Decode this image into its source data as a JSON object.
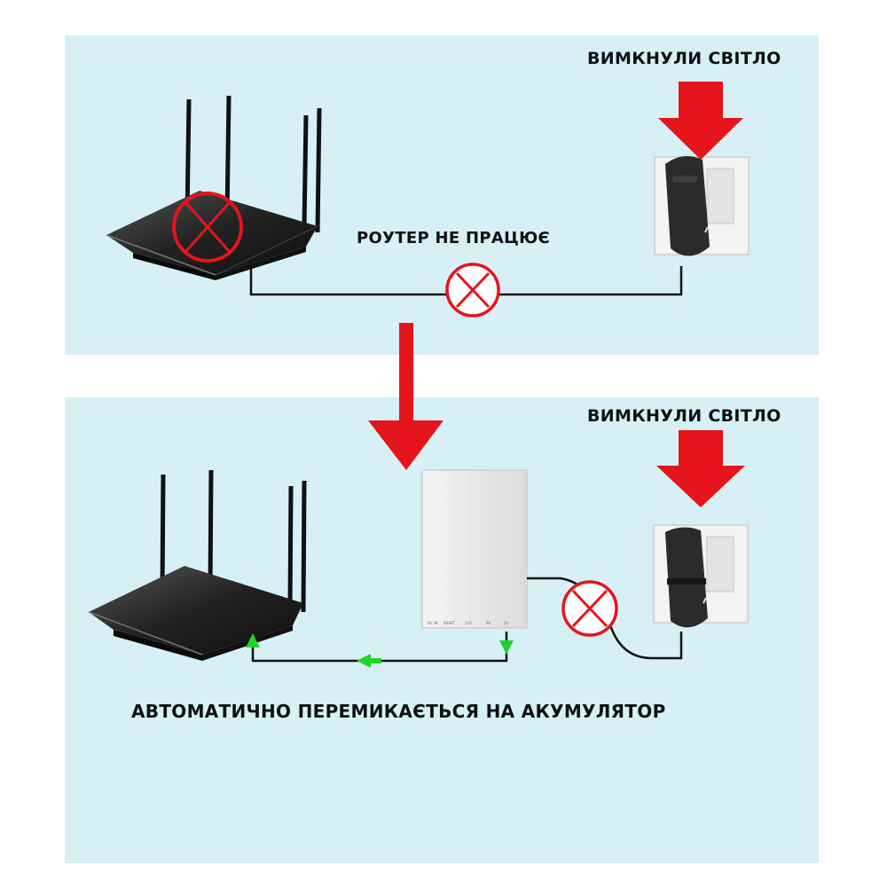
{
  "top_panel": {
    "power_off_label": "ВИМКНУЛИ СВІТЛО",
    "status_label": "РОУТЕР НЕ ПРАЦЮЄ"
  },
  "bottom_panel": {
    "power_off_label": "ВИМКНУЛИ СВІТЛО",
    "caption": "АВТОМАТИЧНО ПЕРЕМИКАЄТЬСЯ НА АКУМУЛЯТОР",
    "ups_port_labels": [
      "DC IN",
      "RESET",
      "12V",
      "9V",
      "5V"
    ]
  },
  "colors": {
    "panel_bg": "#d6f0f6",
    "alert_red": "#e6141b",
    "flow_green": "#22d42a",
    "router_black": "#1a1a1a"
  }
}
